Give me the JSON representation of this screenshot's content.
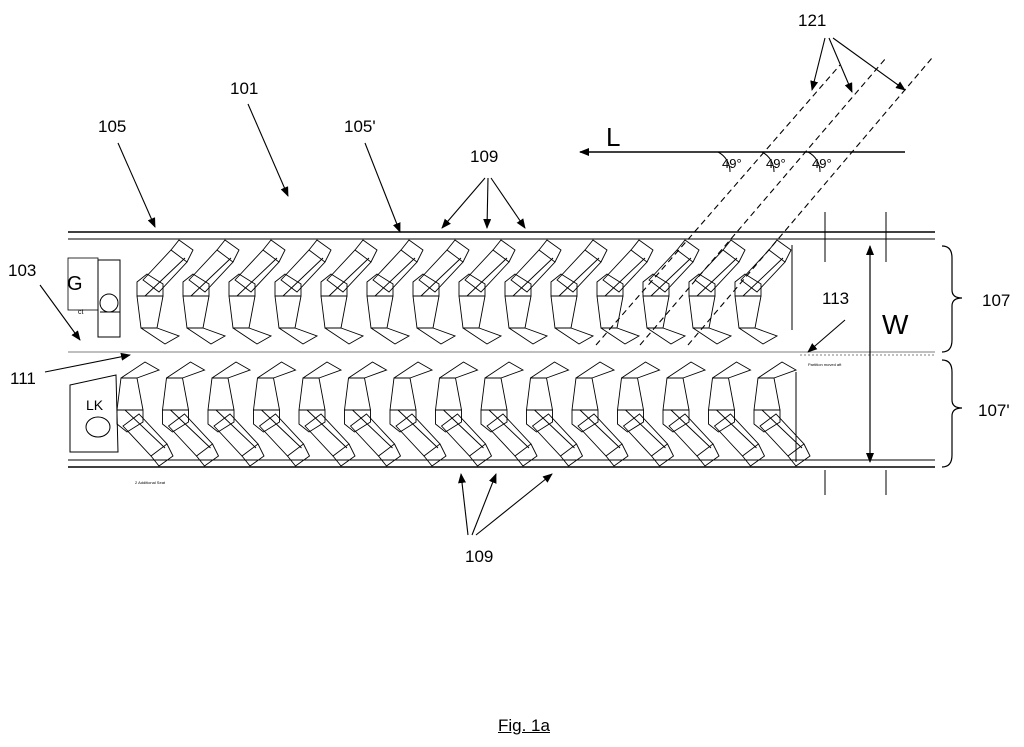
{
  "figure": {
    "caption": "Fig. 1a",
    "labels": {
      "ref_101": "101",
      "ref_103": "103",
      "ref_105": "105",
      "ref_105p": "105'",
      "ref_107": "107",
      "ref_107p": "107'",
      "ref_109_top": "109",
      "ref_109_bottom": "109",
      "ref_111": "111",
      "ref_113": "113",
      "ref_121": "121",
      "length": "L",
      "width": "W",
      "galley": "G",
      "galley_sub": "ct",
      "lavatory": "LK"
    },
    "angles": [
      "49°",
      "49°",
      "49°"
    ],
    "small_notes": {
      "seat_note": "2 Additional Seat",
      "partition_note": "Partition moved aft"
    }
  }
}
